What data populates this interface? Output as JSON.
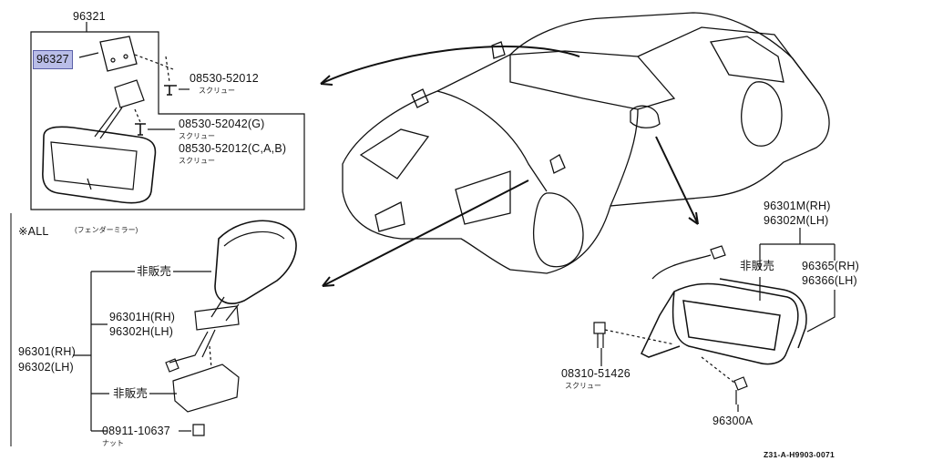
{
  "diagram": {
    "labels": {
      "p96321": "96321",
      "p96327": "96327",
      "s0853052012": "08530-52012",
      "s0853052012_sub": "スクリュー",
      "s0853052042": "08530-52042(G)",
      "s0853052042_sub": "スクリュー",
      "s0853052012cab": "08530-52012(C,A,B)",
      "s0853052012cab_sub": "スクリュー",
      "all_header": "※ALL",
      "all_header_sub": "(フェンダーミラー)",
      "not_sold_1": "非販売",
      "p96301h": "96301H(RH)",
      "p96302h": "96302H(LH)",
      "p96301": "96301(RH)",
      "p96302": "96302(LH)",
      "not_sold_2": "非販売",
      "n0891110637": "08911-10637",
      "n0891110637_sub": "ナット",
      "p96301m": "96301M(RH)",
      "p96302m": "96302M(LH)",
      "not_sold_3": "非販売",
      "p96365": "96365(RH)",
      "p96366": "96366(LH)",
      "s0831051426": "08310-51426",
      "s0831051426_sub": "スクリュー",
      "p96300a": "96300A",
      "diagram_code": "Z31-A-H9903-0071"
    },
    "highlight_color": "#b9bde8"
  }
}
